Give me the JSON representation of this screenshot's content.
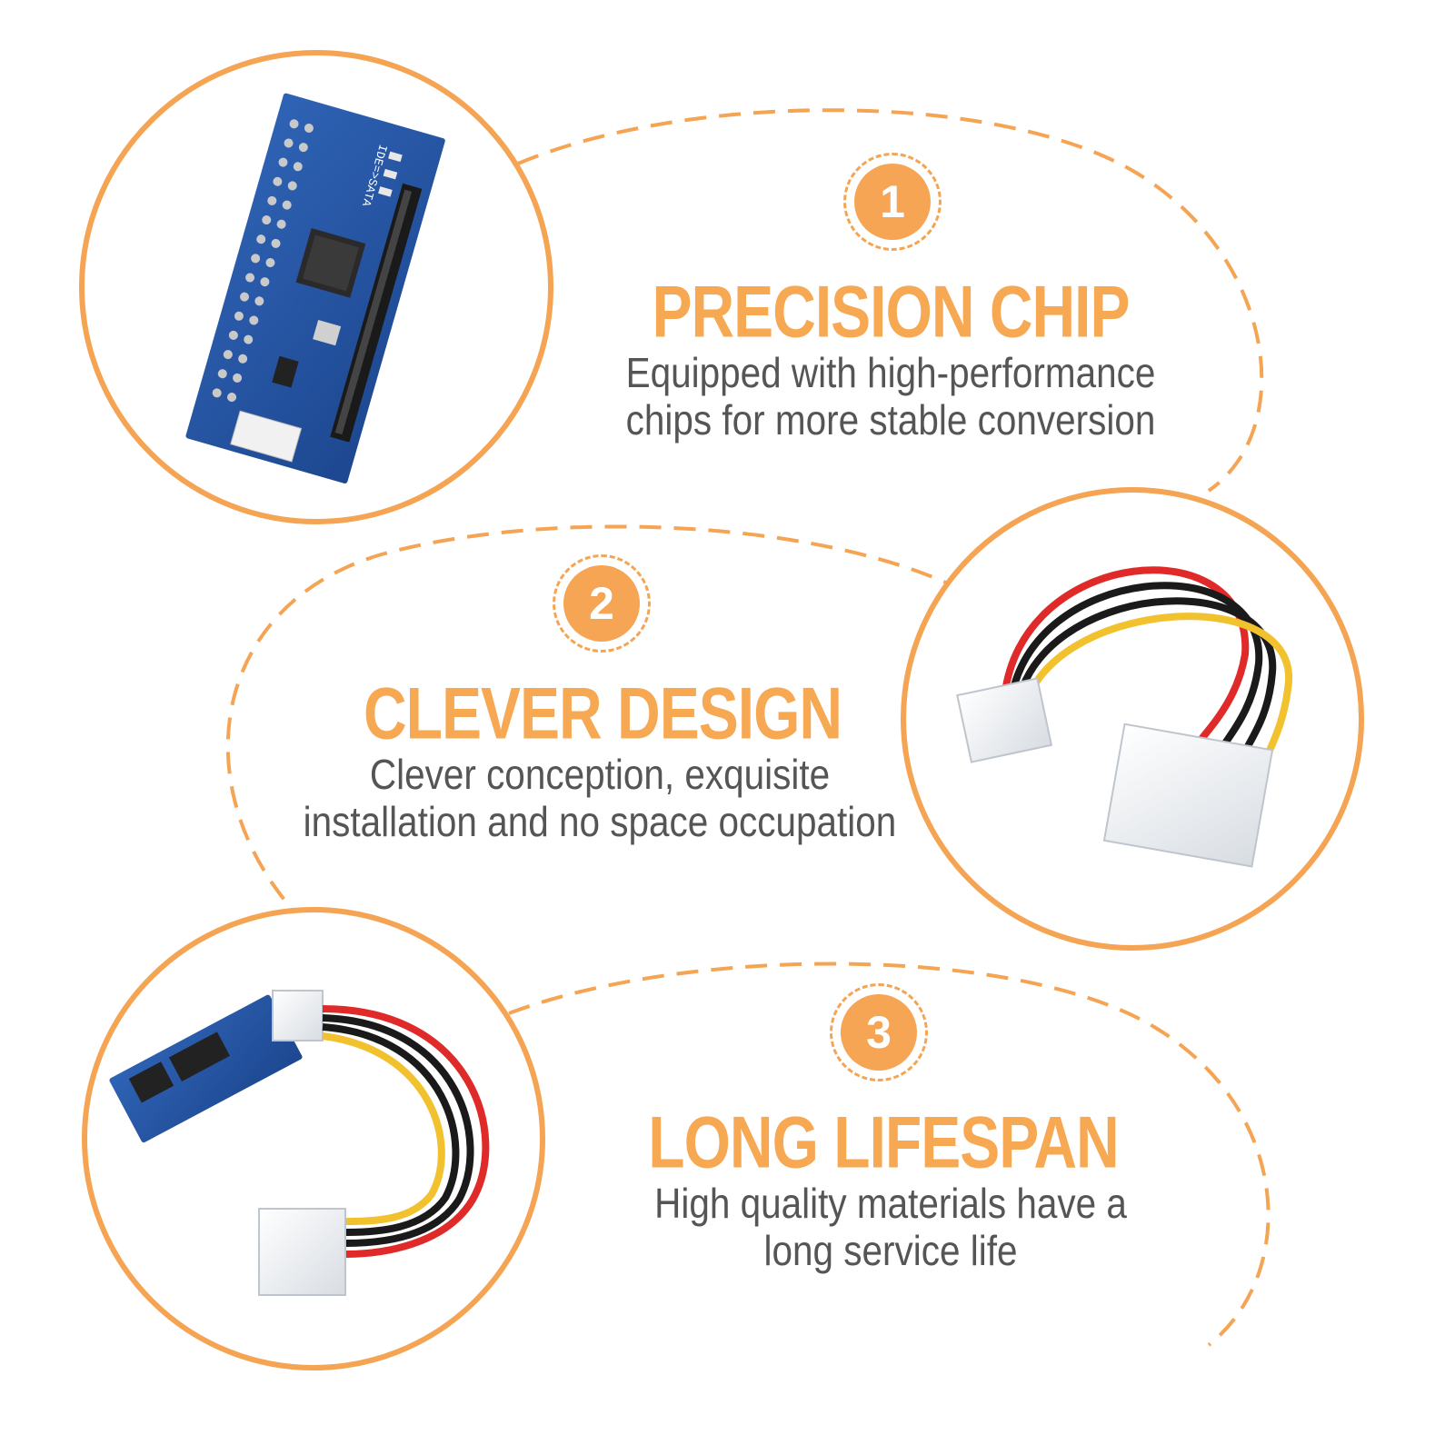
{
  "theme": {
    "accent": "#f5a553",
    "text": "#555555",
    "background": "#ffffff"
  },
  "features": [
    {
      "number": "1",
      "title": "PRECISION CHIP",
      "desc_line1": "Equipped with high-performance",
      "desc_line2": "chips for more stable conversion"
    },
    {
      "number": "2",
      "title": "CLEVER DESIGN",
      "desc_line1": "Clever conception, exquisite",
      "desc_line2": "installation and no space occupation"
    },
    {
      "number": "3",
      "title": "LONG LIFESPAN",
      "desc_line1": "High quality materials have a",
      "desc_line2": "long service life"
    }
  ],
  "photos": [
    {
      "subject": "ide-to-sata-adapter-board",
      "board_print": "IDE=>SATA"
    },
    {
      "subject": "molex-power-cable"
    },
    {
      "subject": "adapter-board-with-cable"
    }
  ]
}
